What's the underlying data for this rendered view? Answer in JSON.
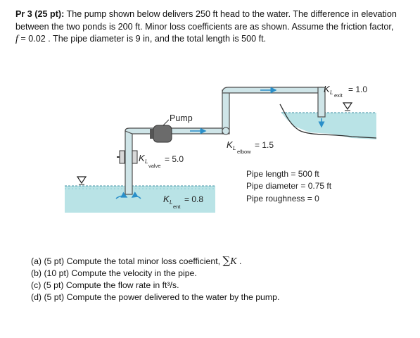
{
  "problem": {
    "heading": "Pr 3 (25 pt):",
    "line1": " The pump shown below delivers 250 ft head to the water. The difference in elevation",
    "line2": "between the two ponds is 200 ft. Minor loss coefficients are as shown. Assume the friction factor,",
    "f_symbol": "f",
    "line3": " = 0.02 . The pipe diameter is 9 in, and the total length is 500 ft."
  },
  "figure": {
    "pump_label": "Pump",
    "k_symbol": "K",
    "l_symbol": "L",
    "exit_sub": "exit",
    "exit_value": "= 1.0",
    "elbow_sub": "elbow",
    "elbow_value": "= 1.5",
    "valve_sub": "valve",
    "valve_value": "= 5.0",
    "ent_sub": "ent",
    "ent_value": "= 0.8",
    "pipe_length": "Pipe length = 500 ft",
    "pipe_diameter": "Pipe diameter = 0.75 ft",
    "pipe_roughness": "Pipe roughness = 0",
    "colors": {
      "water": "#b9e3e6",
      "pipe": "#cfe5e8",
      "pipe_outline": "#4d4d4d",
      "arrow": "#2a8fc9",
      "pump": "#6b6b6b"
    }
  },
  "questions": {
    "a_prefix": "(a)  (5 pt) Compute the total minor loss coefficient, ",
    "a_sigma": "∑",
    "a_k": "K",
    "a_suffix": " .",
    "b": "(b)  (10 pt) Compute the velocity in the pipe.",
    "c": "(c)  (5 pt) Compute the flow rate in ft³/s.",
    "d": "(d)  (5 pt) Compute the power delivered to the water by the pump."
  }
}
